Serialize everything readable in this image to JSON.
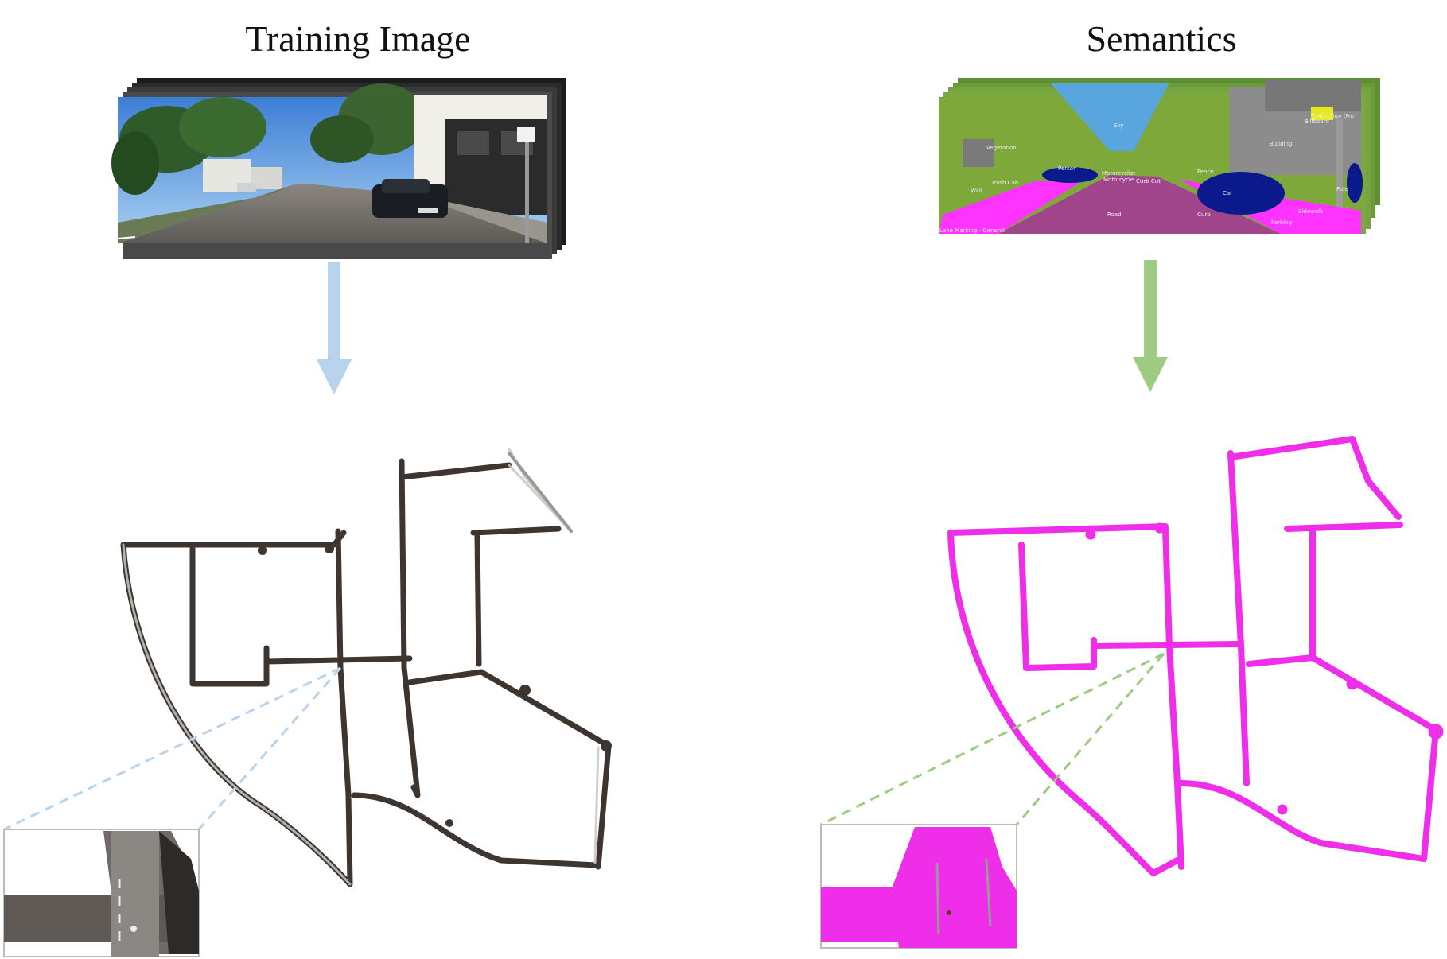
{
  "titles": {
    "left": "Training Image",
    "right": "Semantics"
  },
  "colors": {
    "arrow_left": "#b8d4ec",
    "arrow_right": "#9dcb82",
    "map_semantic": "#ee2ee8",
    "road_semantic": "#a0458c",
    "vegetation": "#7ea83a",
    "sky": "#58a6dd",
    "building": "#8c8c8c",
    "car": "#0a1a8c",
    "sidewalk": "#ff33ff"
  },
  "semantic_labels": {
    "sky": "Sky",
    "vegetation": "Vegetation",
    "building": "Building",
    "car": "Car",
    "road": "Road",
    "sidewalk": "Sidewalk",
    "parking": "Parking",
    "fence": "Fence",
    "wall": "Wall",
    "pole": "Pole",
    "traffic_sign": "Traffic Sign (Fro",
    "billboard": "Billboard",
    "curb": "Curb",
    "curb_cut": "Curb Cut",
    "motorcyclist": "Motorcyclist",
    "motorcycle": "Motorcycle",
    "person": "Person",
    "trash_can": "Trash Can",
    "lane_marking": "Lane Marking - General"
  }
}
